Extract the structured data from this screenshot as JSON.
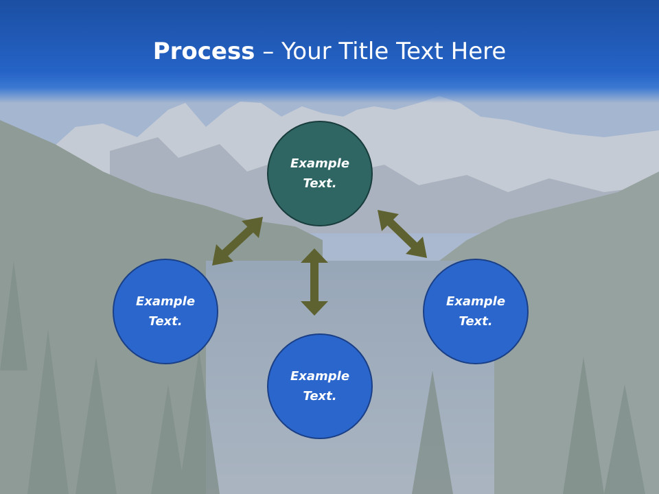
{
  "slide": {
    "title_bold": "Process",
    "title_rest": " – Your Title Text Here"
  },
  "nodes": {
    "top": "Example Text.",
    "left": "Example Text.",
    "bottom": "Example Text.",
    "right": "Example Text."
  },
  "colors": {
    "title_bar": "#2563c6",
    "center_node": "#2f6664",
    "outer_node": "#2a66cc",
    "arrow": "#5e6230"
  }
}
